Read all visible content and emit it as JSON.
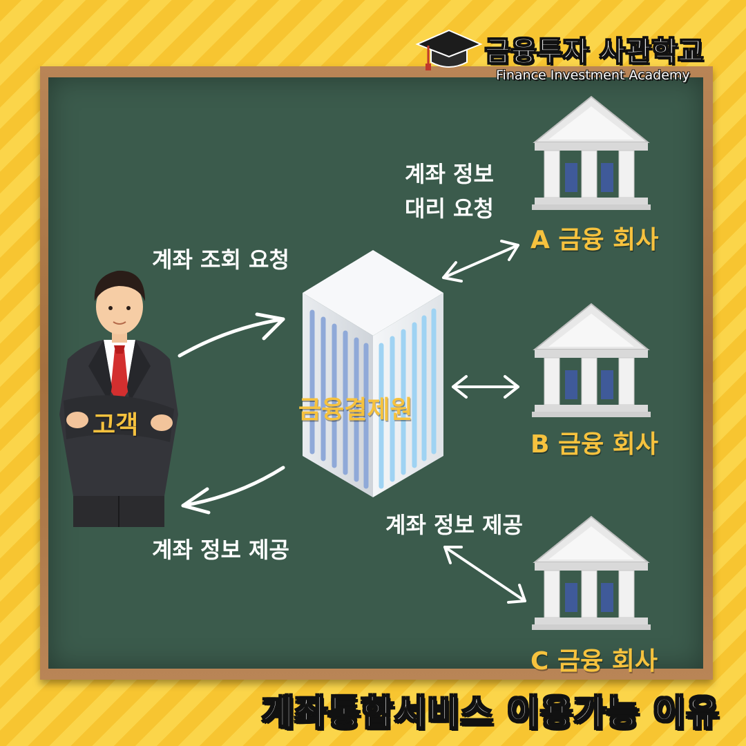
{
  "brand": {
    "title": "금융투자 사관학교",
    "subtitle": "Finance Investment Academy"
  },
  "diagram": {
    "customer_label": "고객",
    "center_label": "금융결제원",
    "request_label": "계좌 조회 요청",
    "provide_label_left": "계좌 정보 제공",
    "proxy_request_label_line1": "계좌 정보",
    "proxy_request_label_line2": "대리 요청",
    "provide_label_right": "계좌 정보 제공",
    "company_a": "A 금융 회사",
    "company_b": "B 금융 회사",
    "company_c": "C 금융 회사"
  },
  "footer": {
    "title": "계좌통합서비스 이용가능 이유"
  },
  "colors": {
    "board": "#3b5b4c",
    "frame": "#a4703f",
    "highlight": "#f6c23e",
    "background_stripes": "#f7c531"
  },
  "icons": [
    "graduation-cap-icon",
    "businessman-icon",
    "office-building-icon",
    "bank-icon"
  ]
}
